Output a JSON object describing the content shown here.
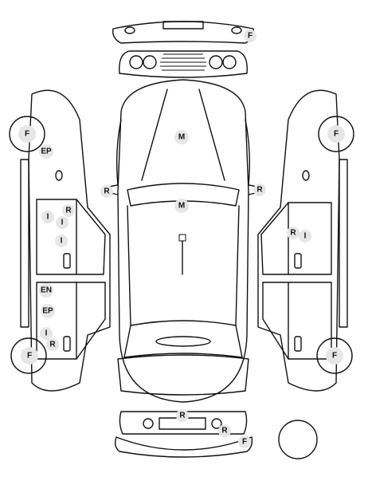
{
  "markers": [
    {
      "id": "front-bumper-f",
      "label": "F"
    },
    {
      "id": "left-front-wheel-f",
      "label": "F"
    },
    {
      "id": "left-front-ep",
      "label": "EP"
    },
    {
      "id": "roof-m",
      "label": "M"
    },
    {
      "id": "left-mirror-r",
      "label": "R"
    },
    {
      "id": "right-mirror-r",
      "label": "R"
    },
    {
      "id": "cabin-m",
      "label": "M"
    },
    {
      "id": "left-door-r",
      "label": "R"
    },
    {
      "id": "left-door-i1",
      "label": "I"
    },
    {
      "id": "left-door-i2",
      "label": "I"
    },
    {
      "id": "left-door-i3",
      "label": "I"
    },
    {
      "id": "right-door-r",
      "label": "R"
    },
    {
      "id": "right-door-i",
      "label": "I"
    },
    {
      "id": "right-front-wheel-f",
      "label": "F"
    },
    {
      "id": "left-rear-en",
      "label": "EN"
    },
    {
      "id": "left-rear-ep",
      "label": "EP"
    },
    {
      "id": "left-rear-i",
      "label": "I"
    },
    {
      "id": "left-rear-r",
      "label": "R"
    },
    {
      "id": "left-rear-wheel-f",
      "label": "F"
    },
    {
      "id": "right-rear-wheel-f",
      "label": "F"
    },
    {
      "id": "rear-r1",
      "label": "R"
    },
    {
      "id": "rear-r2",
      "label": "R"
    },
    {
      "id": "rear-bumper-f",
      "label": "F"
    }
  ]
}
